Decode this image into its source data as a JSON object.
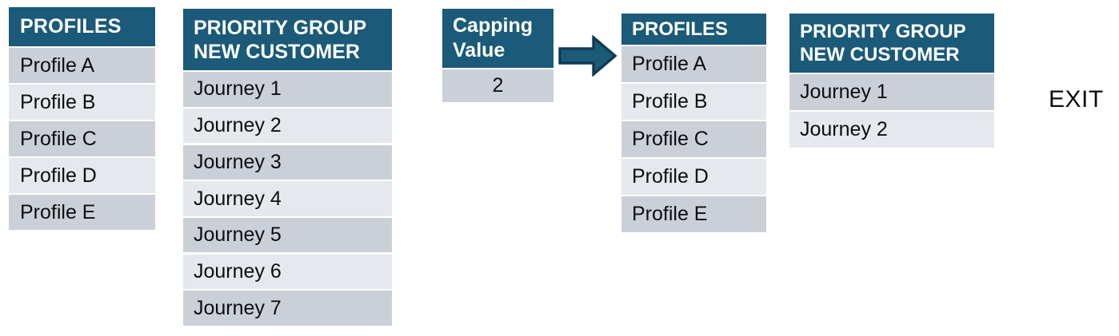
{
  "diagram": {
    "title_text": "",
    "colors": {
      "header_bg": "#1B5A78",
      "header_text": "#FFFFFF",
      "row_dark": "#CBD0D8",
      "row_light": "#E5E8EC",
      "arrow_fill": "#1B5A78",
      "arrow_stroke": "#0F3C52",
      "body_text": "#0D0D0D"
    }
  },
  "profiles_left": {
    "header": "PROFILES",
    "rows": [
      "Profile A",
      "Profile B",
      "Profile C",
      "Profile D",
      "Profile E"
    ]
  },
  "priority_left": {
    "header_line1": "PRIORITY GROUP",
    "header_line2": "NEW CUSTOMER",
    "rows": [
      "Journey 1",
      "Journey 2",
      "Journey 3",
      "Journey 4",
      "Journey 5",
      "Journey 6",
      "Journey 7"
    ]
  },
  "capping": {
    "header_line1": "Capping",
    "header_line2": "Value",
    "value": "2"
  },
  "arrow": {
    "icon": "right-block-arrow-icon",
    "direction": "right"
  },
  "profiles_right": {
    "header": "PROFILES",
    "rows": [
      "Profile A",
      "Profile B",
      "Profile C",
      "Profile D",
      "Profile E"
    ]
  },
  "priority_right": {
    "header_line1": "PRIORITY GROUP",
    "header_line2": "NEW CUSTOMER",
    "rows": [
      "Journey 1",
      "Journey 2"
    ]
  },
  "exit": {
    "label": "EXIT"
  }
}
